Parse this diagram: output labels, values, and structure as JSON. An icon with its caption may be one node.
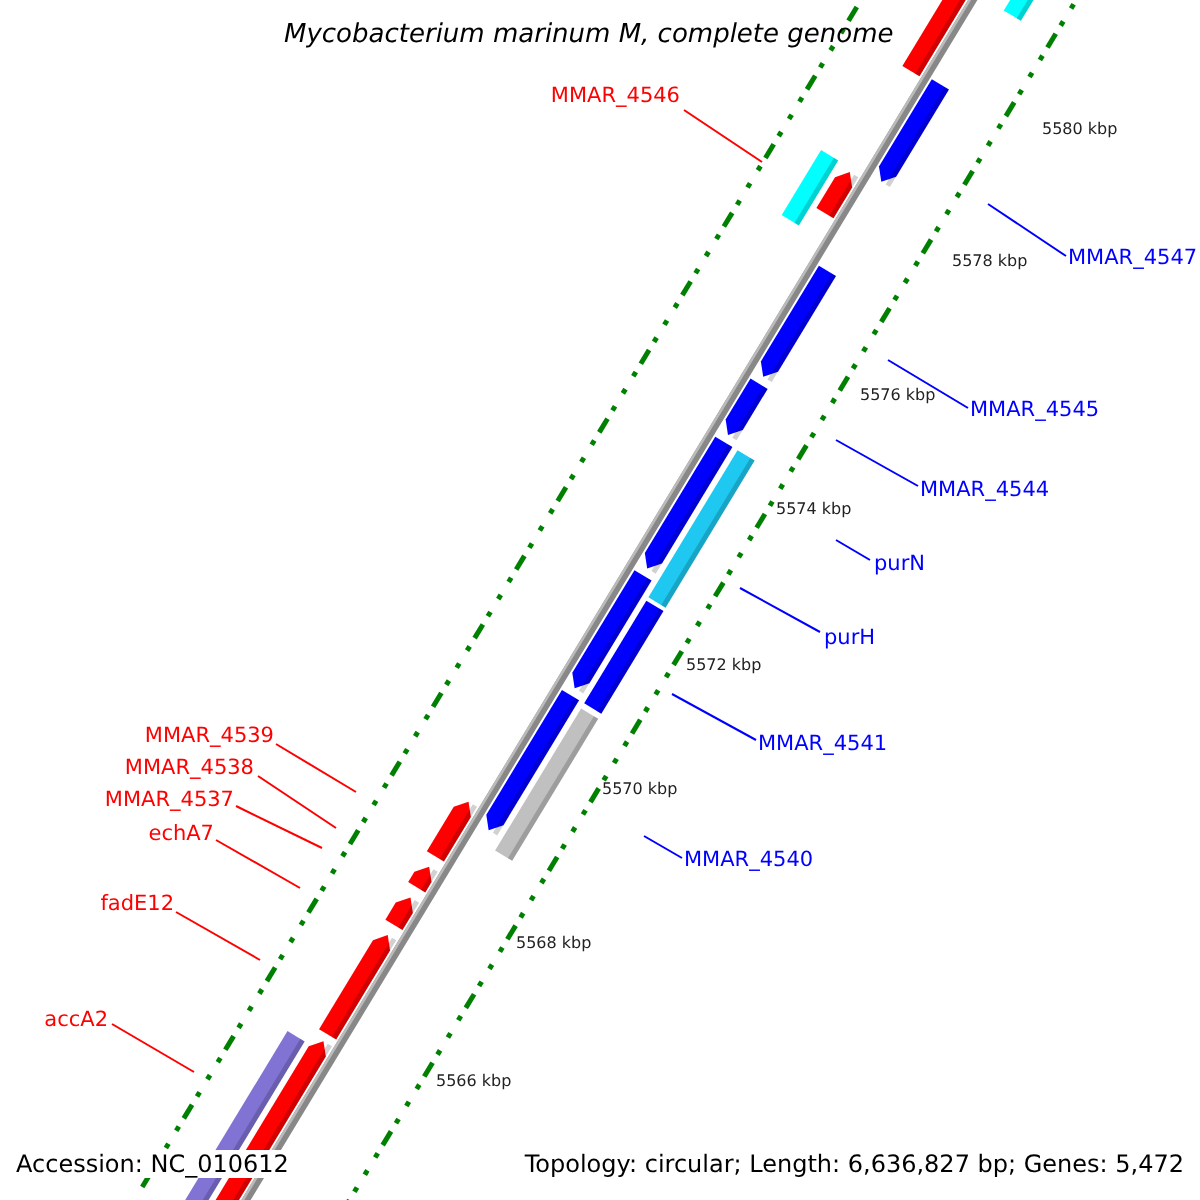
{
  "diagram": {
    "title": "Mycobacterium marinum M, complete genome",
    "nodes": [
      {
        "text": [
          "MMAR_4546"
        ]
      },
      {
        "text": [
          "MMAR_4547"
        ]
      },
      {
        "text": [
          "MMAR_4545"
        ]
      },
      {
        "text": [
          "MMAR_4544"
        ]
      },
      {
        "text": [
          "purN"
        ]
      },
      {
        "text": [
          "purH"
        ]
      },
      {
        "text": [
          "MMAR_4541"
        ]
      },
      {
        "text": [
          "MMAR_4539"
        ]
      },
      {
        "text": [
          "MMAR_4538"
        ]
      },
      {
        "text": [
          "MMAR_4537"
        ]
      },
      {
        "text": [
          "echA7"
        ]
      },
      {
        "text": [
          "MMAR_4540"
        ]
      },
      {
        "text": [
          "fadE12"
        ]
      },
      {
        "text": [
          "accA2"
        ]
      }
    ],
    "edges": [
      {
        "from": 0,
        "to": null,
        "arrow": "none",
        "color": "#ff0000"
      },
      {
        "from": 1,
        "to": null,
        "arrow": "none",
        "color": "#0000ff"
      },
      {
        "from": 2,
        "to": null,
        "arrow": "none",
        "color": "#0000ff"
      },
      {
        "from": 3,
        "to": null,
        "arrow": "none",
        "color": "#0000ff"
      },
      {
        "from": 4,
        "to": null,
        "arrow": "none",
        "color": "#0000ff"
      },
      {
        "from": 5,
        "to": null,
        "arrow": "none",
        "color": "#0000ff"
      },
      {
        "from": 6,
        "to": null,
        "arrow": "none",
        "color": "#0000ff"
      },
      {
        "from": 7,
        "to": null,
        "arrow": "none",
        "color": "#ff0000"
      },
      {
        "from": 8,
        "to": null,
        "arrow": "none",
        "color": "#ff0000"
      },
      {
        "from": 9,
        "to": null,
        "arrow": "none",
        "color": "#ff0000"
      },
      {
        "from": 10,
        "to": null,
        "arrow": "none",
        "color": "#ff0000"
      },
      {
        "from": 11,
        "to": null,
        "arrow": "none",
        "color": "#0000ff"
      },
      {
        "from": 12,
        "to": null,
        "arrow": "none",
        "color": "#ff0000"
      },
      {
        "from": 13,
        "to": null,
        "arrow": "none",
        "color": "#ff0000"
      }
    ],
    "labels": [
      "5580 kbp",
      "5578 kbp",
      "5576 kbp",
      "5574 kbp",
      "5572 kbp",
      "5570 kbp",
      "5568 kbp",
      "5566 kbp",
      "Accession: NC_010612",
      "Topology: circular; Length: 6,636,827 bp; Genes: 5,472"
    ]
  }
}
